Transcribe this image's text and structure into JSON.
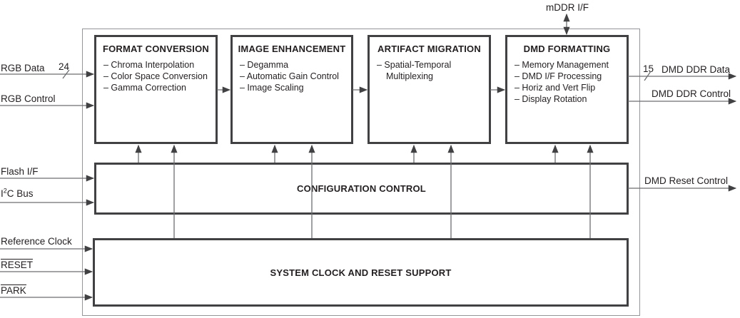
{
  "diagram": {
    "top_blocks": [
      {
        "title": "FORMAT CONVERSION",
        "items": [
          "– Chroma Interpolation",
          "– Color Space Conversion",
          "– Gamma Correction"
        ]
      },
      {
        "title": "IMAGE ENHANCEMENT",
        "items": [
          "– Degamma",
          "– Automatic Gain Control",
          "– Image Scaling"
        ]
      },
      {
        "title": "ARTIFACT MIGRATION",
        "items": [
          "– Spatial-Temporal Multiplexing"
        ]
      },
      {
        "title": "DMD FORMATTING",
        "items": [
          "– Memory Management",
          "– DMD I/F Processing",
          "– Horiz and Vert Flip",
          "– Display Rotation"
        ]
      }
    ],
    "config_block": {
      "title": "CONFIGURATION CONTROL"
    },
    "system_block": {
      "title": "SYSTEM CLOCK AND RESET SUPPORT"
    },
    "inputs": {
      "rgb_data": "RGB Data",
      "rgb_data_width": "24",
      "rgb_control": "RGB Control",
      "flash_if": "Flash I/F",
      "i2c_pre": "I",
      "i2c_sup": "2",
      "i2c_post": "C Bus",
      "reference_clock": "Reference Clock",
      "reset": "RESET",
      "park": "PARK"
    },
    "outputs": {
      "mddr_if": "mDDR I/F",
      "dmd_ddr_data": "DMD DDR Data",
      "dmd_ddr_data_width": "15",
      "dmd_ddr_control": "DMD DDR Control",
      "dmd_reset_control": "DMD Reset Control"
    },
    "colors": {
      "block_border": "#414042",
      "outer_border": "#939598",
      "wire": "#6d6e71",
      "arrowhead": "#414042"
    }
  }
}
